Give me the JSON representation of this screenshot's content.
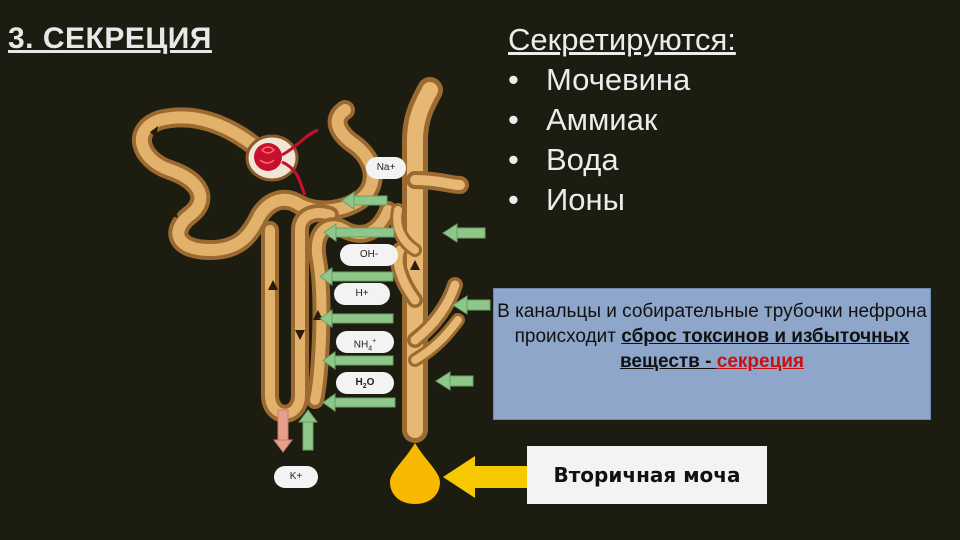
{
  "title": "3. СЕКРЕЦИЯ",
  "secreted": {
    "heading": "Секретируются:",
    "items": [
      "Мочевина",
      "Аммиак",
      "Вода",
      "Ионы"
    ]
  },
  "ions": {
    "na": "Na+",
    "oh": "OH-",
    "h": "H+",
    "nh4_base": "NH",
    "nh4_sub": "4",
    "nh4_sup": "+",
    "h2o_a": "H",
    "h2o_sub": "2",
    "h2o_b": "O",
    "k": "K+"
  },
  "info": {
    "text_plain": "В канальцы и собирательные трубочки нефрона происходит ",
    "text_bold": "сброс токсинов и избыточных веществ - ",
    "text_red": "секреция "
  },
  "urine_label": "Вторичная моча",
  "colors": {
    "background": "#1c1c10",
    "tubule": "#d9a55c",
    "arrow_green": "#8fc78a",
    "arrow_pink": "#e8a08c",
    "arrow_yellow": "#f5c800",
    "drop": "#f7b900",
    "glomerulus": "#c8102e",
    "infobox": "#8da6c9"
  }
}
